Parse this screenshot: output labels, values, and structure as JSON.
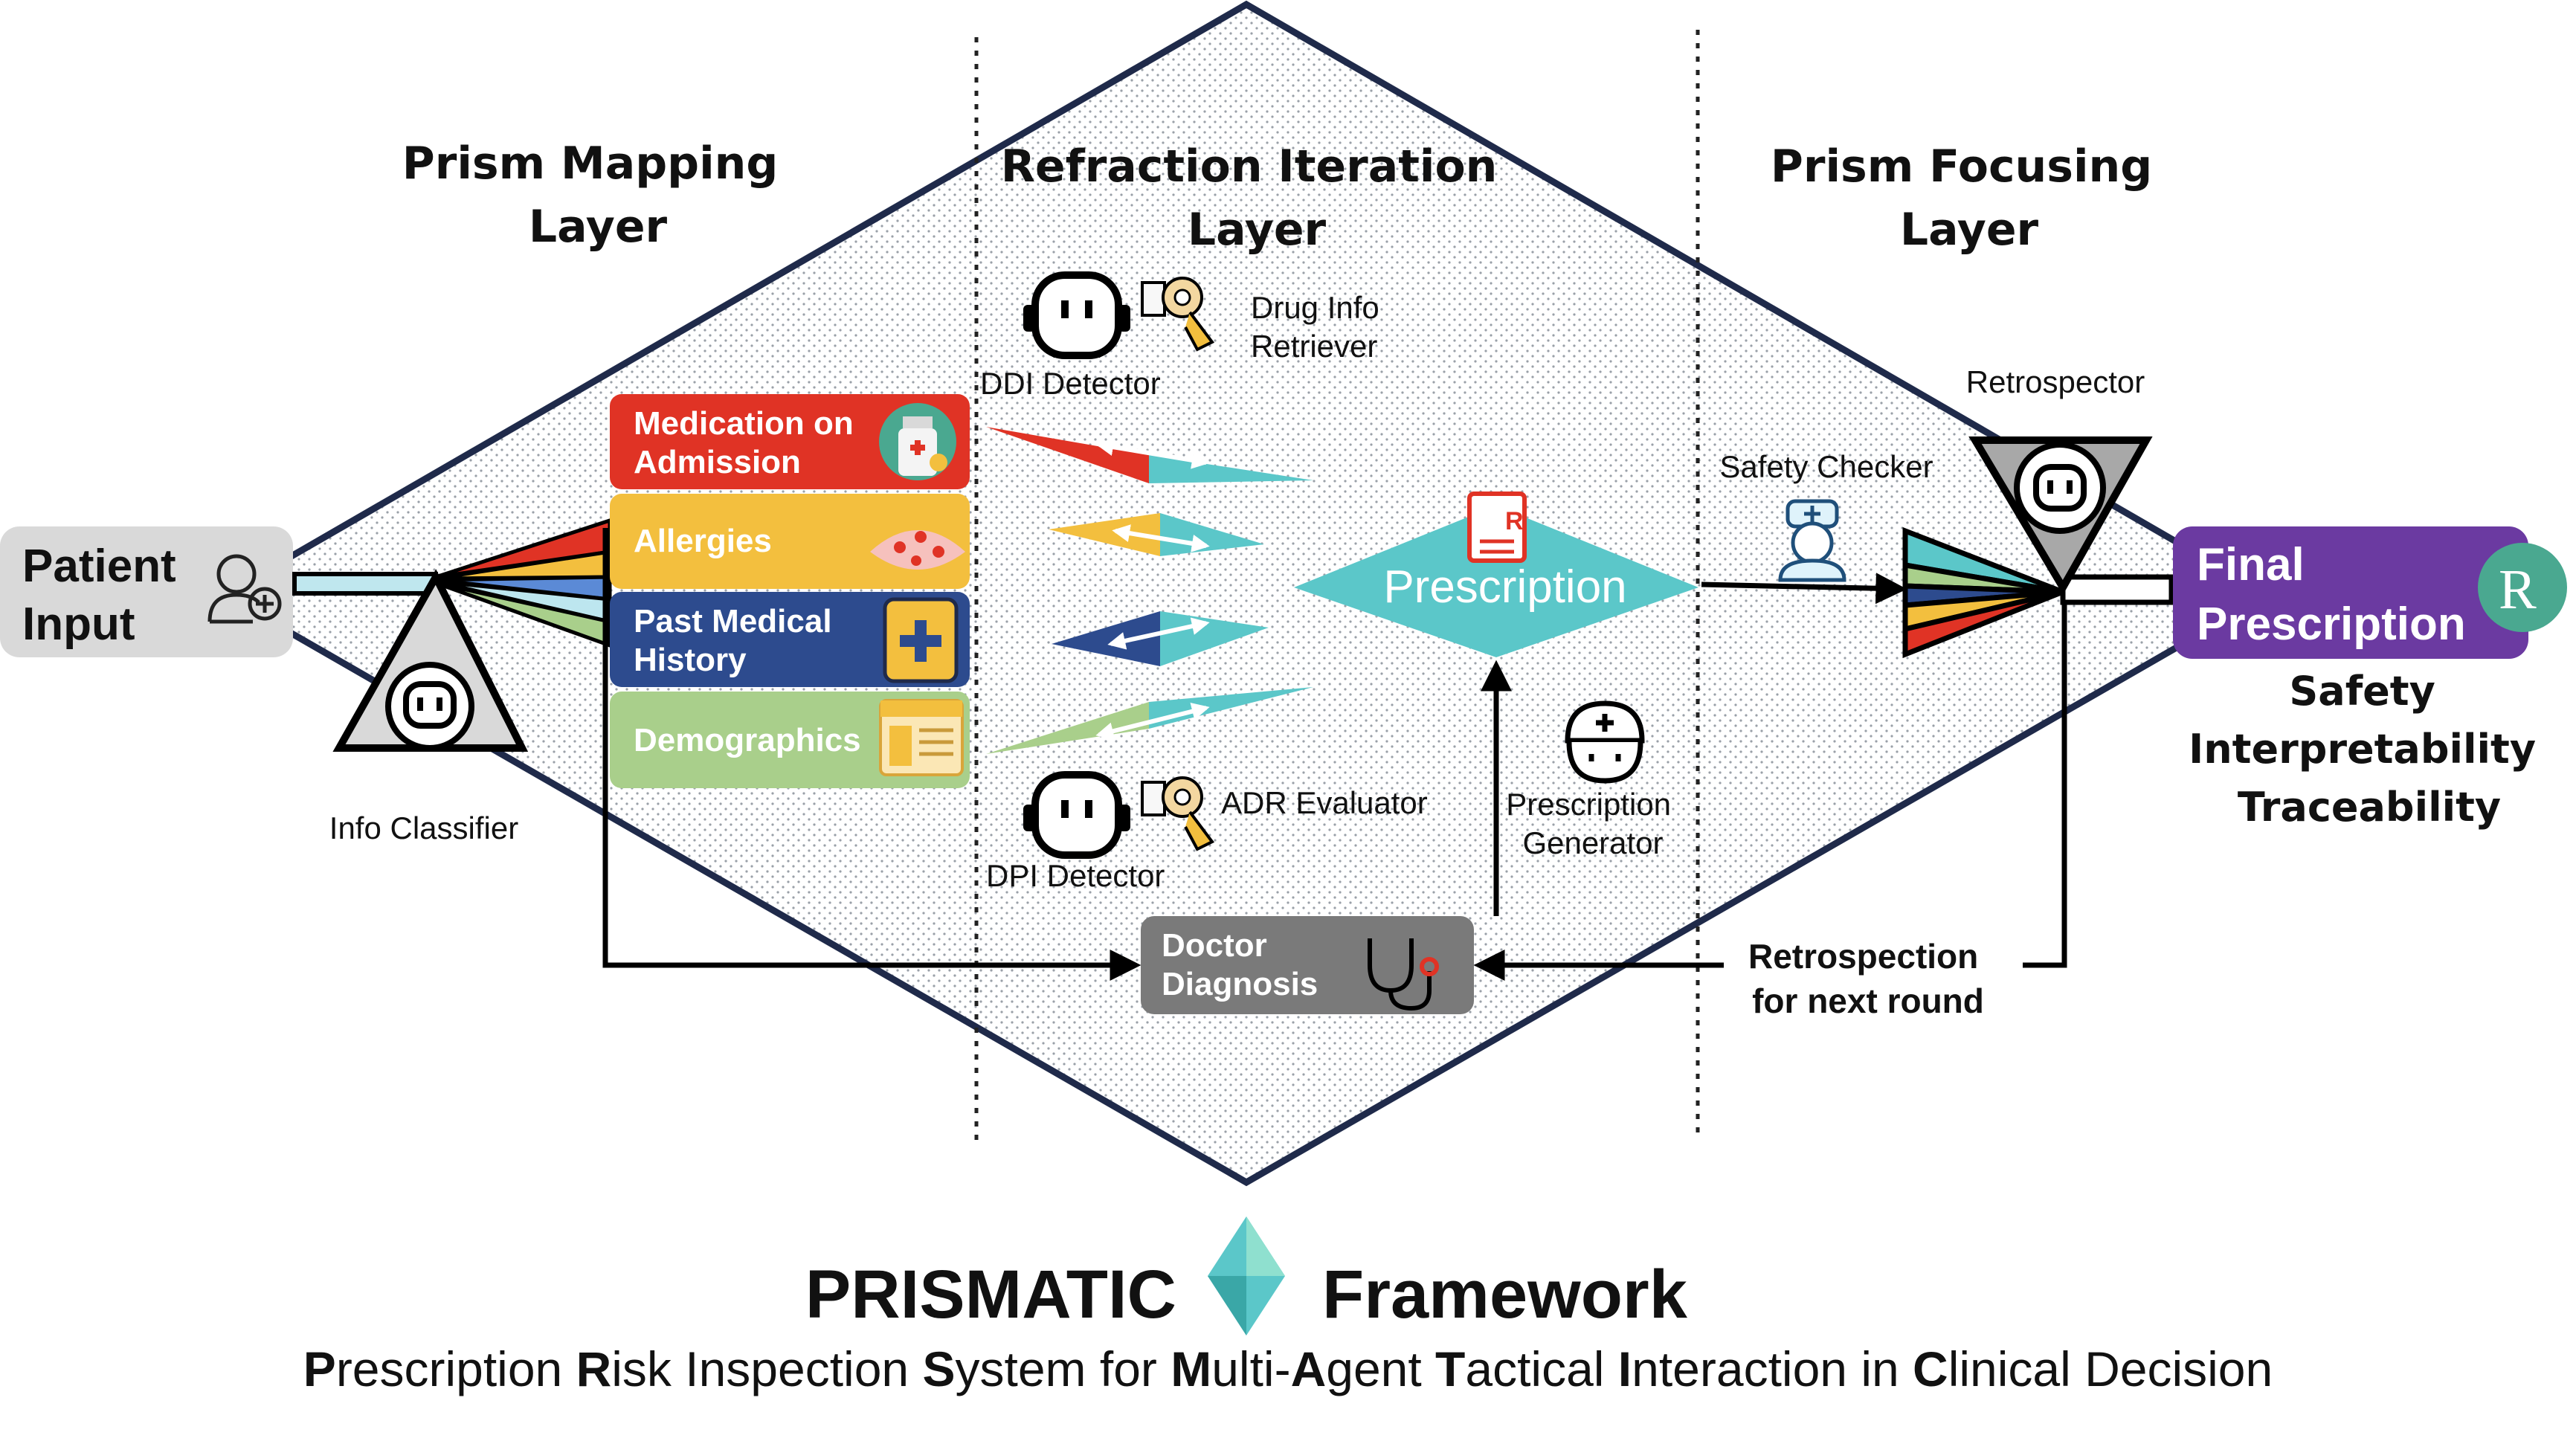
{
  "layers": {
    "mapping": [
      "Prism Mapping",
      "Layer"
    ],
    "iteration": [
      "Refraction Iteration",
      "Layer"
    ],
    "focusing": [
      "Prism Focusing",
      "Layer"
    ]
  },
  "input": {
    "label": [
      "Patient",
      "Input"
    ]
  },
  "agents": {
    "info_classifier": "Info Classifier",
    "ddi_detector": "DDI Detector",
    "drug_info_retriever": [
      "Drug Info",
      "Retriever"
    ],
    "dpi_detector": "DPI Detector",
    "adr_evaluator": "ADR Evaluator",
    "prescription_generator": [
      "Prescription",
      "Generator"
    ],
    "safety_checker": "Safety Checker",
    "retrospector": "Retrospector"
  },
  "info_boxes": [
    {
      "label": [
        "Medication on",
        "Admission"
      ],
      "color": "#e03325"
    },
    {
      "label": [
        "Allergies"
      ],
      "color": "#f3bf3e"
    },
    {
      "label": [
        "Past Medical",
        "History"
      ],
      "color": "#2d4b8e"
    },
    {
      "label": [
        "Demographics"
      ],
      "color": "#a9cf8b"
    }
  ],
  "prescription_center": "Prescription",
  "doctor_diagnosis": [
    "Doctor",
    "Diagnosis"
  ],
  "retrospection": [
    "Retrospection",
    "for next round"
  ],
  "final": {
    "label": [
      "Final",
      "Prescription"
    ],
    "color": "#6b3aa1",
    "properties": [
      "Safety",
      "Interpretability",
      "Traceability"
    ]
  },
  "title": {
    "name_left": "PRISMATIC",
    "name_right": "Framework",
    "subtitle": [
      {
        "cap": "P",
        "rest": "rescription "
      },
      {
        "cap": "R",
        "rest": "isk Inspection "
      },
      {
        "cap": "S",
        "rest": "ystem for "
      },
      {
        "cap": "M",
        "rest": "ulti-"
      },
      {
        "cap": "A",
        "rest": "gent "
      },
      {
        "cap": "T",
        "rest": "actical "
      },
      {
        "cap": "I",
        "rest": "nteraction in "
      },
      {
        "cap": "C",
        "rest": "linical Decision"
      }
    ]
  },
  "colors": {
    "diamond_stroke": "#1f2a4a",
    "teal": "#5bc7c9",
    "red": "#e03325",
    "yellow": "#f3bf3e",
    "blue": "#2d4b8e",
    "green": "#a9cf8b",
    "grey_box": "#7a7a7a",
    "input_box": "#d9d9d9"
  }
}
